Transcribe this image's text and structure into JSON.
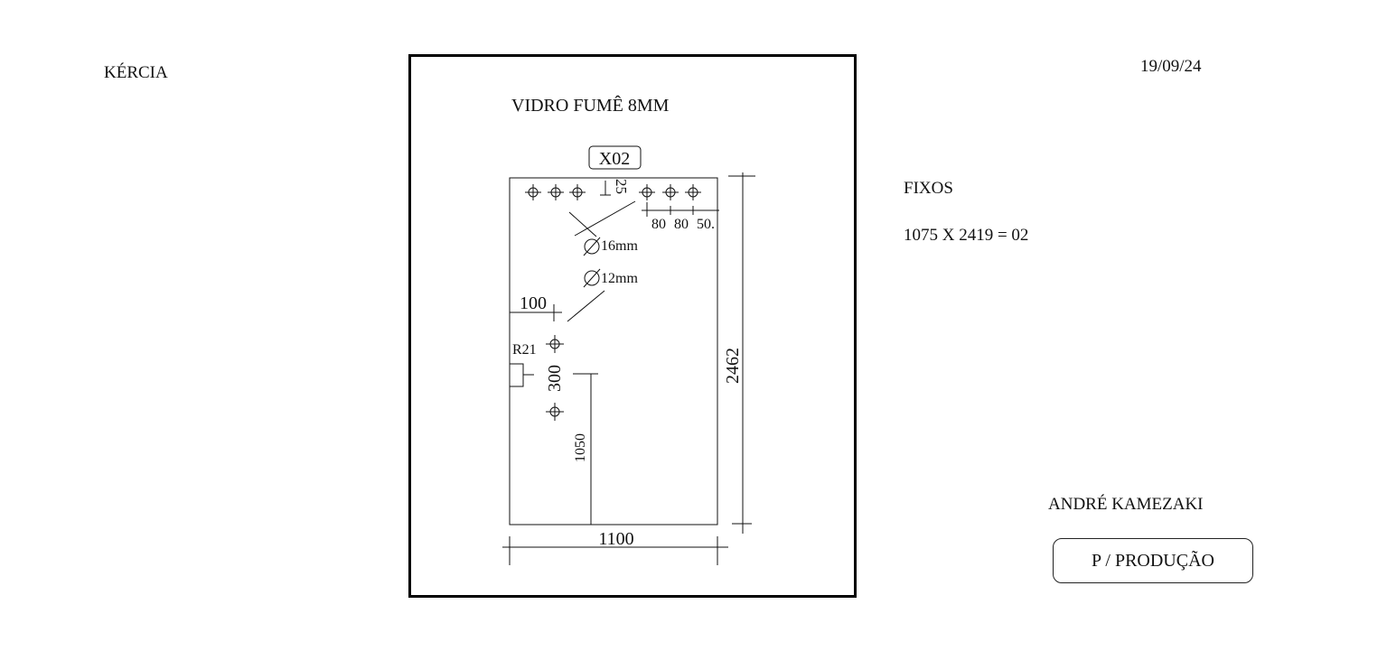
{
  "header": {
    "client": "KÉRCIA",
    "date": "19/09/24"
  },
  "sheet": {
    "material": "VIDRO FUMÊ 8MM",
    "piece_code": "X02",
    "labels": {
      "dim_25": "25",
      "dim_80a": "80",
      "dim_80b": "80",
      "dim_50": "50.",
      "hole_16": "16mm",
      "hole_12": "12mm",
      "dim_100": "100",
      "radius": "R21",
      "dim_300": "300",
      "dim_1050": "1050",
      "height": "2462",
      "width": "1100"
    }
  },
  "info": {
    "category": "FIXOS",
    "dimensions": "1075 X 2419 = 02"
  },
  "footer": {
    "author": "ANDRÉ KAMEZAKI",
    "stamp": "P / PRODUÇÃO"
  },
  "colors": {
    "ink": "#111111",
    "frame": "#000000",
    "background": "#ffffff"
  }
}
